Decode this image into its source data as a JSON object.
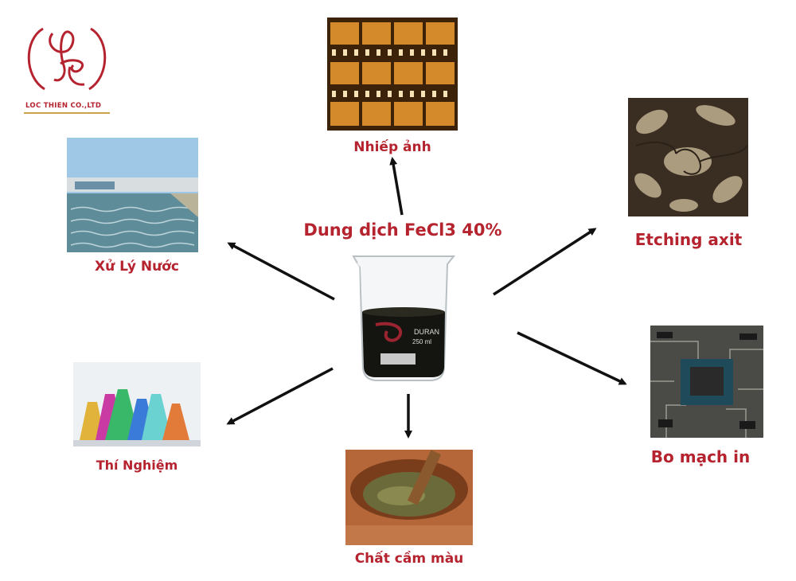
{
  "logo": {
    "monogram": "LT",
    "company": "LOC THIEN CO.,LTD"
  },
  "center": {
    "title": "Dung dịch FeCl3 40%",
    "beaker_brand": "DURAN",
    "beaker_volume": "250 ml"
  },
  "applications": [
    {
      "label": "Nhiếp ảnh",
      "image": "film-strip"
    },
    {
      "label": "Etching axit",
      "image": "etched-metal"
    },
    {
      "label": "Bo mạch in",
      "image": "circuit-board"
    },
    {
      "label": "Chất cầm màu",
      "image": "dye-pot"
    },
    {
      "label": "Thí Nghiệm",
      "image": "lab-flasks"
    },
    {
      "label": "Xử Lý Nước",
      "image": "water-treatment"
    }
  ],
  "colors": {
    "accent": "#b5232f",
    "gold": "#c9a24a",
    "arrow": "#111111"
  }
}
